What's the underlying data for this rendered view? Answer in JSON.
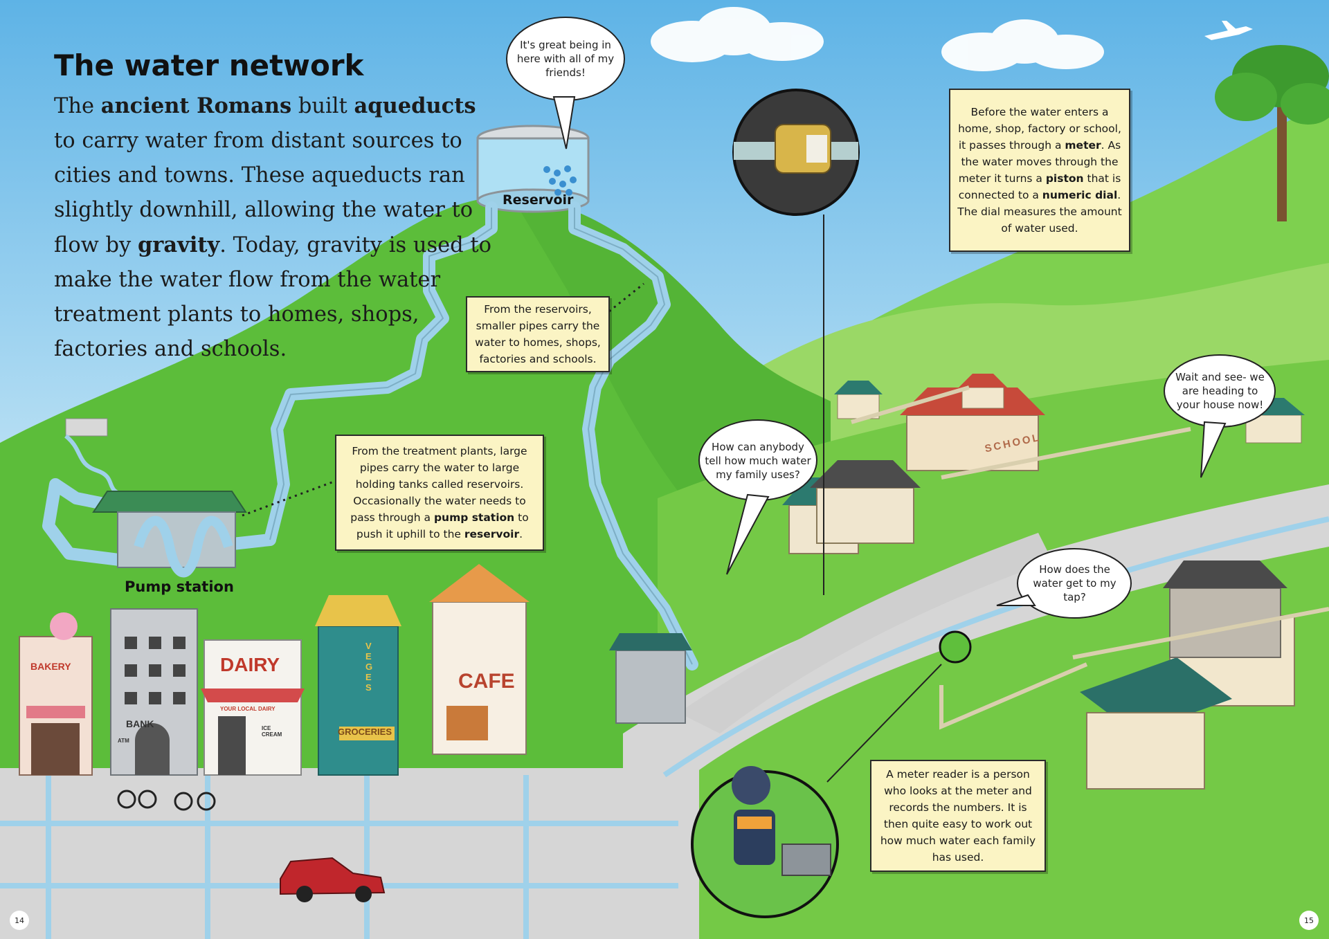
{
  "title": "The water network",
  "intro": {
    "p1": "The ",
    "b1": "ancient Romans",
    "p2": " built ",
    "b2": "aqueducts",
    "p3": " to carry water from distant sources to cities and towns. These aqueducts ran slightly downhill, allowing the water to flow by ",
    "b3": "gravity",
    "p4": ". Today, gravity is used to make the water flow from the water treatment plants to homes, shops, factories and schools."
  },
  "labels": {
    "reservoir": "Reservoir",
    "pump_station": "Pump station"
  },
  "bubbles": {
    "friends": "It's great being in here with all of my friends!",
    "how_can": "How can anybody tell how much water my family uses?",
    "wait_see": "Wait and see- we are heading to your house now!",
    "how_does": "How does the water get to my tap?"
  },
  "boxes": {
    "reservoirs": "From the reservoirs, smaller pipes carry the water to homes, shops, factories and schools.",
    "treatment": {
      "t1": "From the treatment plants, large pipes carry the water to large holding tanks called reservoirs. Occasionally the water needs to pass through a ",
      "b1": "pump station",
      "t2": " to push it uphill to the ",
      "b2": "reservoir",
      "t3": "."
    },
    "meter": {
      "t1": "Before the water enters a home, shop, factory or school, it passes through a ",
      "b1": "meter",
      "t2": ". As the water moves through the meter it turns a ",
      "b2": "piston",
      "t3": " that is connected to a ",
      "b3": "numeric dial",
      "t4": ". The dial measures the amount of water used."
    },
    "reader": "A meter reader is a person who looks at the meter and records the numbers. It is then quite easy to work out how much water each family has used."
  },
  "shop_signs": {
    "bakery": "BAKERY",
    "bank": "BANK",
    "atm": "ATM",
    "dairy": "DAIRY",
    "dairy_sub": "YOUR LOCAL DAIRY",
    "ice_cream": "ICE CREAM",
    "veges": "VEGES",
    "groceries": "GROCERIES",
    "cafe": "CAFE",
    "school": "SCHOOL"
  },
  "page_numbers": {
    "left": "14",
    "right": "15"
  },
  "colors": {
    "sky": "#6db8e8",
    "grass": "#5fbf3c",
    "road": "#d6d6d6",
    "pipe": "#9fd1ea",
    "note_fill": "#fbf4c4"
  }
}
